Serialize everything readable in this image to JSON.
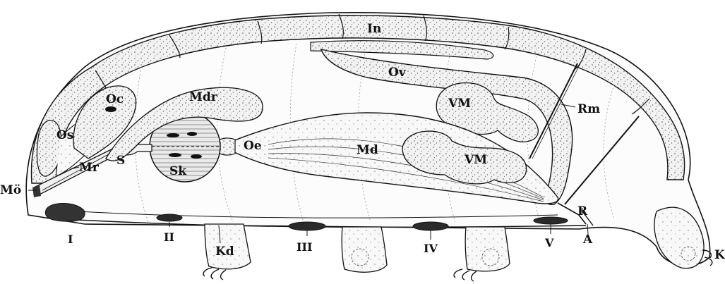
{
  "labels": {
    "in": "In",
    "ov": "Ov",
    "oc": "Oc",
    "mdr": "Mdr",
    "vm_upper": "VM",
    "vm_lower": "VM",
    "rm": "Rm",
    "os": "Os",
    "s": "S",
    "sk": "Sk",
    "oe": "Oe",
    "md": "Md",
    "mo": "Mö",
    "mr": "Mr",
    "r": "R",
    "a": "A",
    "k": "K",
    "kd": "Kd",
    "I": "I",
    "II": "II",
    "III": "III",
    "IV": "IV",
    "V": "V"
  },
  "colors": {
    "ink": "#111111",
    "organ_fill": "#eeeeee",
    "body_fill": "#fafafa",
    "ganglion_fill": "#2a2a2a"
  }
}
